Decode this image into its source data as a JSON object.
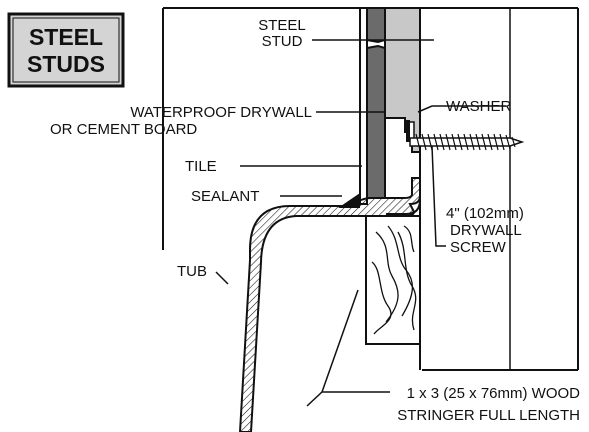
{
  "badge": {
    "line1": "STEEL",
    "line2": "STUDS"
  },
  "labels": {
    "steel_stud_1": "STEEL",
    "steel_stud_2": "STUD",
    "waterproof_1": "WATERPROOF DRYWALL",
    "waterproof_2": "OR CEMENT BOARD",
    "tile": "TILE",
    "sealant": "SEALANT",
    "tub": "TUB",
    "washer": "WASHER",
    "screw_1": "4\" (102mm)",
    "screw_2": "DRYWALL",
    "screw_3": "SCREW",
    "stringer_1": "1 x 3 (25 x 76mm) WOOD",
    "stringer_2": "STRINGER FULL LENGTH"
  },
  "colors": {
    "board": "#6b6b6b",
    "stud": "#c8c8c8",
    "badge_fill": "#d4d4d4",
    "ink": "#111111"
  }
}
